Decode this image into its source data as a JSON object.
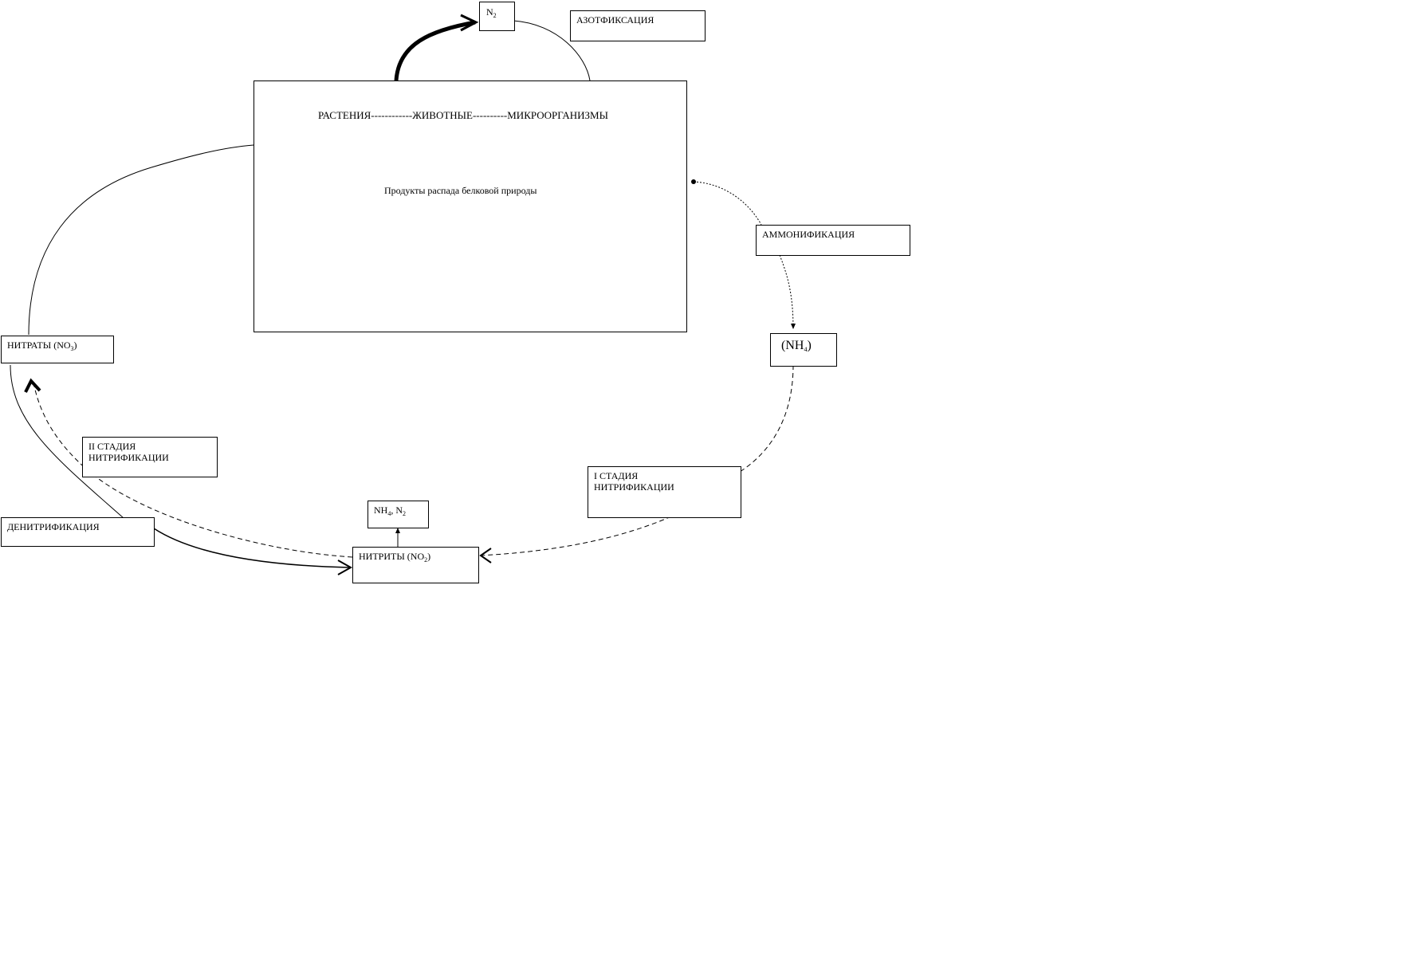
{
  "n2_top": {
    "main": "N",
    "sub": "2"
  },
  "azotfix": "АЗОТФИКСАЦИЯ",
  "organisms_row": "РАСТЕНИЯ------------ЖИВОТНЫЕ----------МИКРООРГАНИЗМЫ",
  "products": "Продукты распада белковой природы",
  "ammonif": "АММОНИФИКАЦИЯ",
  "nh4": {
    "main": "(NH",
    "sub": "4",
    "tail": ")"
  },
  "stage1": {
    "line1": "I  СТАДИЯ",
    "line2": "НИТРИФИКАЦИИ"
  },
  "stage2": {
    "line1": "II  СТАДИЯ",
    "line2": "НИТРИФИКАЦИИ"
  },
  "nitrates": {
    "main": "НИТРАТЫ (NO",
    "sub": "3",
    "tail": ")"
  },
  "nitrites": {
    "main": "НИТРИТЫ (NO",
    "sub": "2",
    "tail": ")"
  },
  "nh4_n2": {
    "a": "NH",
    "a_sub": "4",
    "sep": ", N",
    "b_sub": "2"
  },
  "denitrif": "ДЕНИТРИФИКАЦИЯ"
}
